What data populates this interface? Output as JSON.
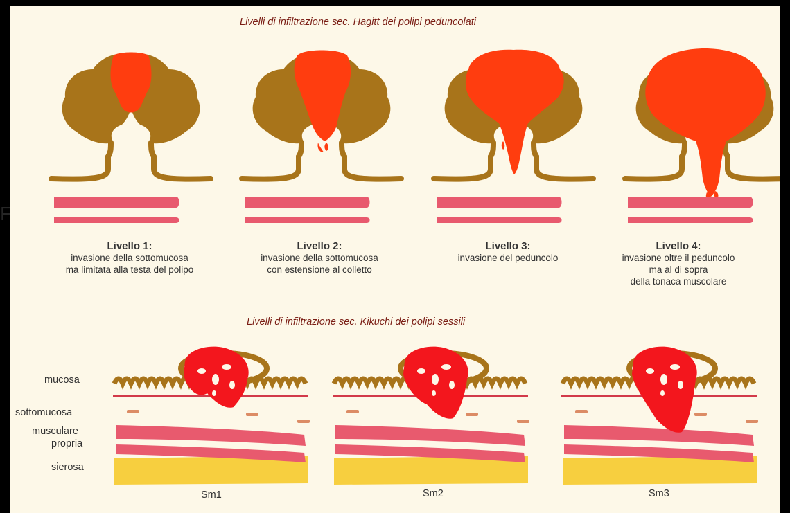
{
  "hagitt": {
    "title": "Livelli di infiltrazione sec. Hagitt dei polipi peduncolati",
    "levels": [
      {
        "name": "Livello 1:",
        "lines": [
          "invasione della sottomucosa",
          "ma limitata alla testa del polipo"
        ]
      },
      {
        "name": "Livello 2:",
        "lines": [
          "invasione della sottomucosa",
          "con estensione al colletto"
        ]
      },
      {
        "name": "Livello 3:",
        "lines": [
          "invasione del peduncolo"
        ]
      },
      {
        "name": "Livello 4:",
        "lines": [
          "invasione oltre il peduncolo",
          "ma al di sopra",
          "della tonaca muscolare"
        ]
      }
    ]
  },
  "kikuchi": {
    "title": "Livelli di infiltrazione sec. Kikuchi dei polipi sessili",
    "layer_labels": [
      "mucosa",
      "sottomucosa",
      "musculare",
      "propria",
      "sierosa"
    ],
    "stages": [
      "Sm1",
      "Sm2",
      "Sm3"
    ]
  },
  "colors": {
    "background": "#fdf8e8",
    "polyp_brown": "#a8741a",
    "tumor_red": "#ff3d0f",
    "sessile_tumor": "#f3161d",
    "muscle_pink": "#e85a6e",
    "serosa_yellow": "#f7cf3f"
  }
}
